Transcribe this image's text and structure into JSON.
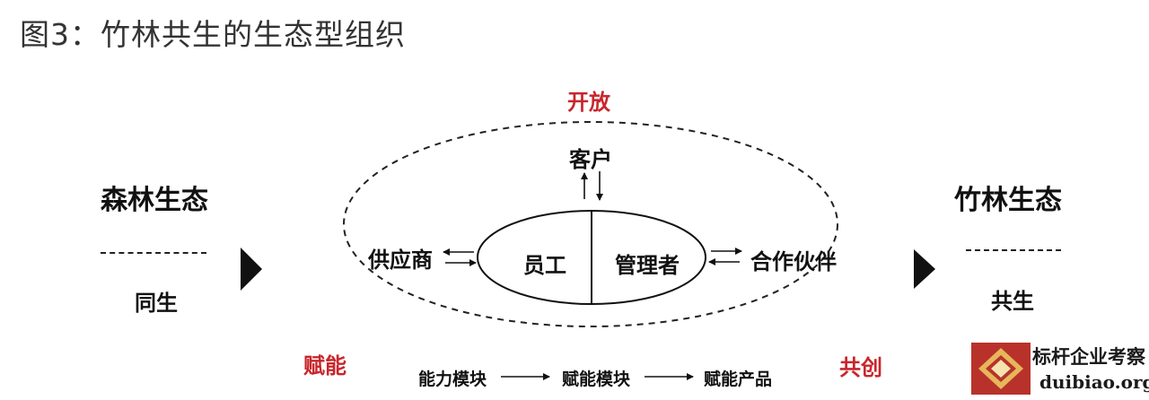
{
  "title": "图3：竹林共生的生态型组织",
  "left": {
    "heading": "森林生态",
    "relation": "同生"
  },
  "right": {
    "heading": "竹林生态",
    "relation": "共生"
  },
  "center": {
    "outer_label": "开放",
    "customer": "客户",
    "supplier": "供应商",
    "partner": "合作伙伴",
    "employee": "员工",
    "manager": "管理者"
  },
  "bottom": {
    "left_label": "赋能",
    "right_label": "共创",
    "flow": [
      "能力模块",
      "赋能模块",
      "赋能产品"
    ]
  },
  "watermark": {
    "name": "标杆企业考察",
    "domain": "duibiao.org"
  },
  "colors": {
    "accent_red": "#c8262c",
    "text": "#111111"
  }
}
